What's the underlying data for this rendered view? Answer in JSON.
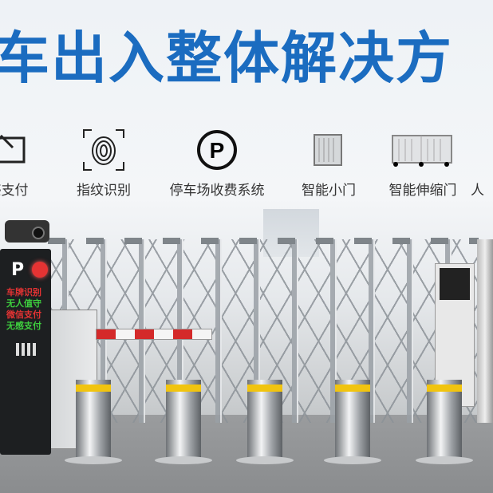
{
  "headline": "车出入整体解决方",
  "features": [
    {
      "label": "感支付",
      "icon": "card-tap-icon"
    },
    {
      "label": "指纹识别",
      "icon": "fingerprint-icon"
    },
    {
      "label": "停车场收费系统",
      "icon": "parking-icon"
    },
    {
      "label": "智能小门",
      "icon": "small-gate-icon"
    },
    {
      "label": "智能伸缩门",
      "icon": "retractable-gate-icon"
    },
    {
      "label": "人",
      "icon": "person-icon"
    }
  ],
  "kiosk": {
    "p_label": "P",
    "led_lines": [
      "车牌识别",
      "无人值守",
      "微信支付",
      "无感支付"
    ]
  },
  "colors": {
    "title": "#1b6cc0",
    "led_red": "#e53333",
    "led_green": "#3ecf3e",
    "bollard_band": "#f1c40f"
  }
}
